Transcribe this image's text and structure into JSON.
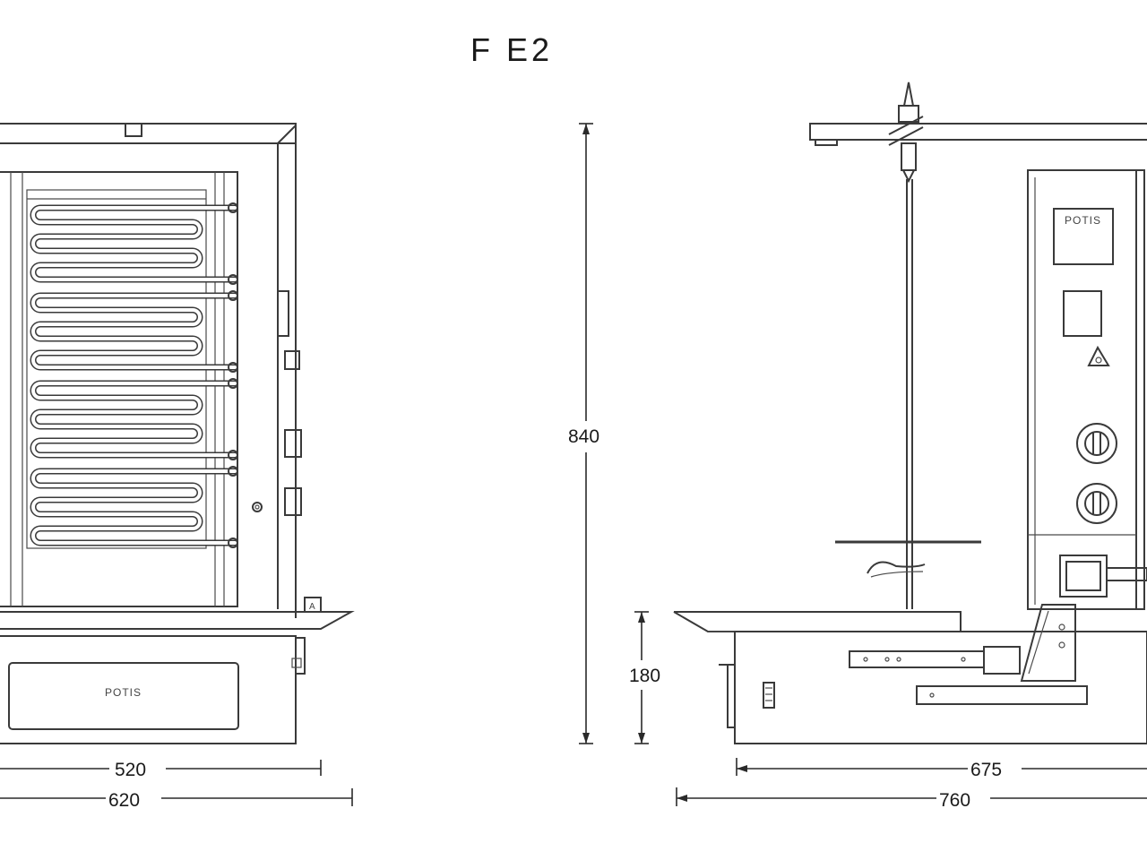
{
  "title": "F E2",
  "front_view": {
    "brand_label": "POTIS",
    "dim_inner_width": "520",
    "dim_outer_width": "620"
  },
  "side_view": {
    "brand_label": "POTIS",
    "dim_height": "840",
    "dim_base_height": "180",
    "dim_depth": "675",
    "dim_overall_depth": "760"
  }
}
